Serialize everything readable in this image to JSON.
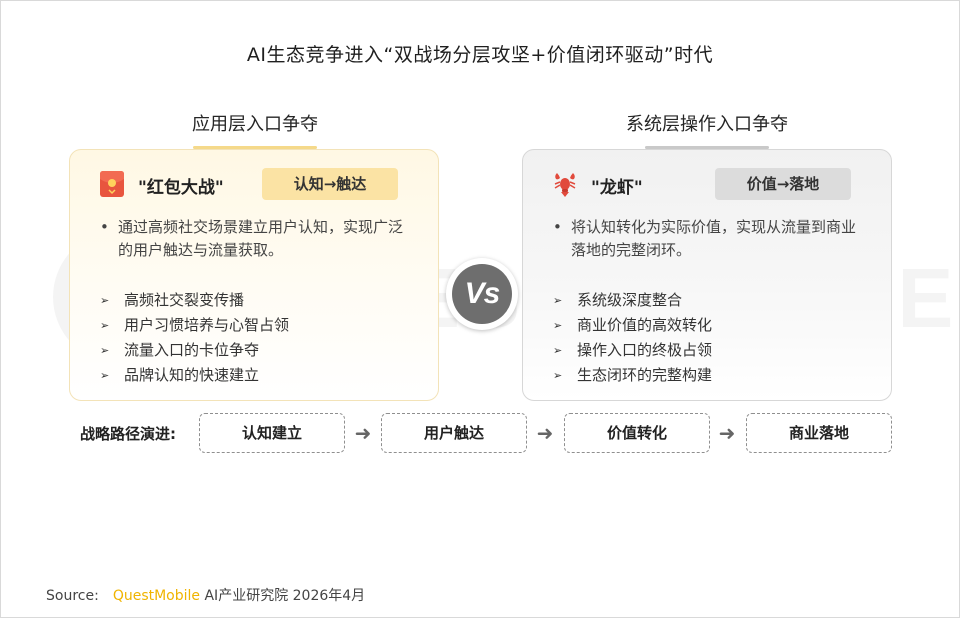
{
  "title": "AI生态竞争进入“双战场分层攻坚+价值闭环驱动”时代",
  "watermark": "QUEST MOBILE",
  "left": {
    "section_title": "应用层入口争夺",
    "icon": "red-envelope-icon",
    "name": "\"红包大战\"",
    "tag": "认知→触达",
    "description": "通过高频社交场景建立用户认知，实现广泛的用户触达与流量获取。",
    "bullets": [
      "高频社交裂变传播",
      "用户习惯培养与心智占领",
      "流量入口的卡位争夺",
      "品牌认知的快速建立"
    ],
    "accent": "#fbe3a4"
  },
  "right": {
    "section_title": "系统层操作入口争夺",
    "icon": "lobster-icon",
    "name": "\"龙虾\"",
    "tag": "价值→落地",
    "description": "将认知转化为实际价值，实现从流量到商业落地的完整闭环。",
    "bullets": [
      "系统级深度整合",
      "商业价值的高效转化",
      "操作入口的终极占领",
      "生态闭环的完整构建"
    ],
    "accent": "#dcdcdc"
  },
  "vs": "Vs",
  "path": {
    "label": "战略路径演进:",
    "steps": [
      "认知建立",
      "用户触达",
      "价值转化",
      "商业落地"
    ],
    "arrow": "➜"
  },
  "source": {
    "prefix": "Source:",
    "brand": "QuestMobile",
    "suffix": "AI产业研究院 2026年4月"
  },
  "bullet_dot": "•",
  "bullet_arrow": "➢"
}
